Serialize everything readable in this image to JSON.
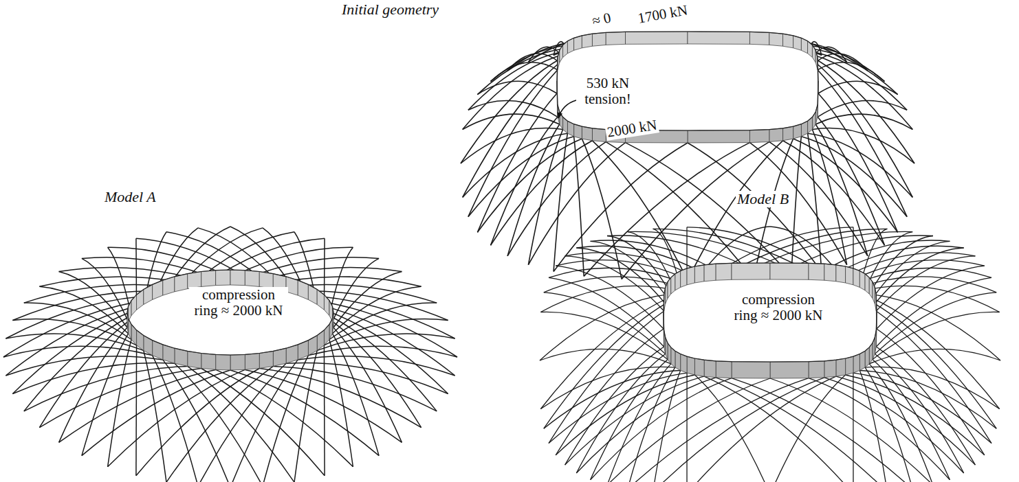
{
  "diagram": {
    "labels": [
      "Initial geometry",
      "≈ 0",
      "1700 kN",
      "530 kN tension!",
      "2000 kN",
      "Model A",
      "compression ring ≈ 2000 kN",
      "Model B",
      "compression ring ≈ 2000 kN"
    ]
  }
}
